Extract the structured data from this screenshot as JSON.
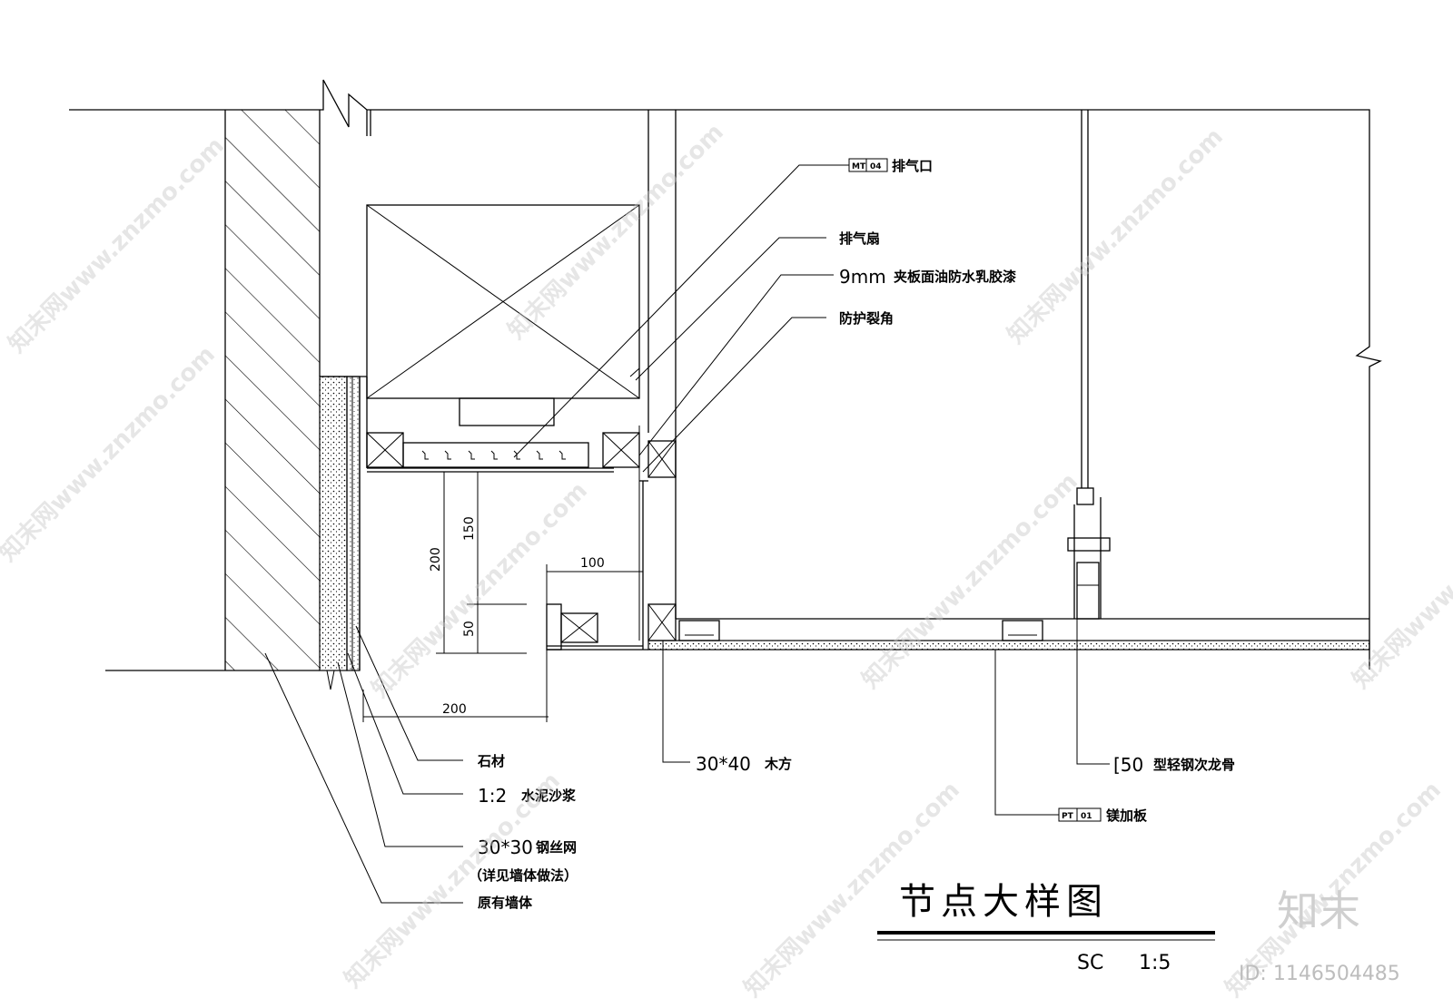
{
  "labels": {
    "exhaust_outlet": "排气口",
    "exhaust_outlet_tag_a": "MT",
    "exhaust_outlet_tag_b": "04",
    "exhaust_fan": "排气扇",
    "plywood_prefix": "9mm",
    "plywood": "夹板面油防水乳胶漆",
    "corner_protect": "防护裂角",
    "stone": "石材",
    "mortar_prefix": "1:2",
    "mortar": "水泥沙浆",
    "mesh_prefix": "30*30",
    "mesh": "钢丝网",
    "mesh_note": "（详见墙体做法）",
    "existing_wall": "原有墙体",
    "timber_prefix": "30*40",
    "timber": "木方",
    "keel_prefix": "[50",
    "keel": "型轻钢次龙骨",
    "board": "镁加板",
    "board_tag_a": "PT",
    "board_tag_b": "01"
  },
  "dimensions": {
    "d200_vertical": "200",
    "d150": "150",
    "d50": "50",
    "d100": "100",
    "d200_horizontal": "200"
  },
  "title_block": {
    "title": "节点大样图",
    "code": "SC",
    "scale": "1:5"
  },
  "watermark": {
    "text": "知末网www.znzmo.com",
    "logo": "知末",
    "id": "ID: 1146504485"
  }
}
